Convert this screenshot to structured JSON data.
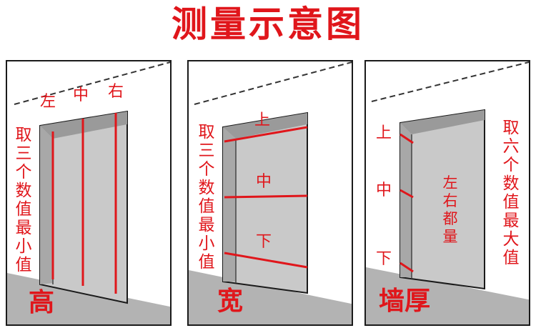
{
  "title": "测量示意图",
  "panels": [
    {
      "labels": {
        "left": "左",
        "middle": "中",
        "right": "右"
      },
      "note": "取三个数值最小值",
      "footer": "高"
    },
    {
      "labels": {
        "top": "上",
        "middle": "中",
        "bottom": "下"
      },
      "note": "取三个数值最小值",
      "footer": "宽"
    },
    {
      "labels": {
        "top": "上",
        "middle": "中",
        "bottom": "下"
      },
      "inner_note": "左右都量",
      "note": "取六个数值最大值",
      "footer": "墙厚"
    }
  ],
  "colors": {
    "accent": "#e0161b",
    "wall": "#c9c9c9",
    "floor": "#b3b3b3",
    "outline": "#1a1a1a"
  }
}
